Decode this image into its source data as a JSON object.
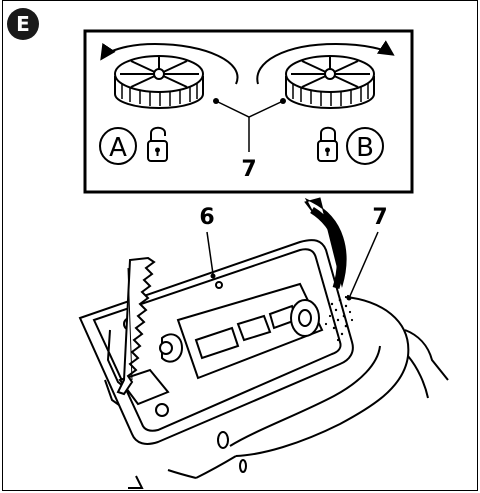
{
  "figure": {
    "badge_letter": "E",
    "callout_inset_left": "7",
    "callout_main_6": "6",
    "callout_main_7": "7",
    "mode_a": "A",
    "mode_b": "B"
  },
  "icons": {
    "lock_open": "unlocked-padlock-icon",
    "lock_closed": "locked-padlock-icon",
    "rotate_ccw": "counterclockwise-arrow-icon",
    "rotate_cw": "clockwise-arrow-icon",
    "swing_arrow": "curved-arrow-icon"
  },
  "colors": {
    "ink": "#000000",
    "paper": "#ffffff",
    "badge": "#1a1a1a"
  }
}
